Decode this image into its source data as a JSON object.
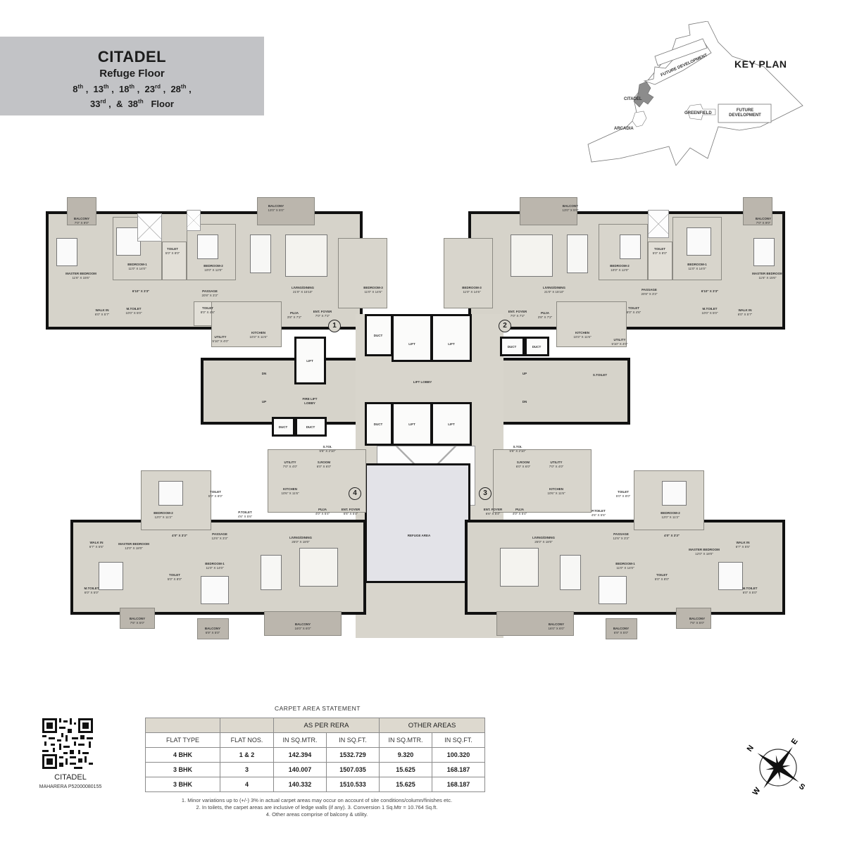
{
  "header": {
    "project": "CITADEL",
    "floor_type": "Refuge Floor",
    "floors_line1": [
      {
        "num": "8",
        "suf": "th"
      },
      {
        "num": "13",
        "suf": "th"
      },
      {
        "num": "18",
        "suf": "th"
      },
      {
        "num": "23",
        "suf": "rd"
      },
      {
        "num": "28",
        "suf": "th"
      }
    ],
    "floors_line2": [
      {
        "num": "33",
        "suf": "rd"
      },
      {
        "num": "38",
        "suf": "th"
      }
    ],
    "floors_tail": "Floor",
    "amp": "&"
  },
  "key_plan": {
    "title": "KEY PLAN",
    "labels": {
      "future_dev_1": "FUTURE DEVELOPMENT",
      "future_dev_2": "FUTURE DEVELOPMENT",
      "citadel": "CITADEL",
      "arcadia": "ARCADIA",
      "greenfield": "GREENFIELD"
    }
  },
  "plan": {
    "flat_numbers": [
      "1",
      "2",
      "3",
      "4"
    ],
    "core": {
      "lift": "LIFT",
      "duct": "DUCT",
      "lift_lobby": "LIFT LOBBY",
      "fire_lift_lobby": "FIRE LIFT LOBBY",
      "refuge_area": "REFUGE AREA",
      "up": "UP",
      "dn": "DN",
      "s_toilet": "S.TOILET"
    },
    "flat1": {
      "balcony_a": [
        "BALCONY",
        "7'0\" X 9'0\""
      ],
      "master_bedroom": [
        "MASTER BEDROOM",
        "11'6\" X 15'6\""
      ],
      "bedroom1": [
        "BEDROOM-1",
        "11'0\" X 14'0\""
      ],
      "toilet_a": [
        "TOILET",
        "5'0\" X 8'0\""
      ],
      "bedroom2": [
        "BEDROOM-2",
        "10'0\" X 12'0\""
      ],
      "balcony_b": [
        "BALCONY",
        "13'0\" X 5'0\""
      ],
      "living": [
        "LIVING/DINING",
        "21'0\" X 15'10\""
      ],
      "bedroom3": [
        "BEDROOM-3",
        "11'0\" X 14'6\""
      ],
      "passage": [
        "PASSAGE",
        "20'8\" X 3'3\""
      ],
      "lobby": [
        "6'10\" X 3'3\""
      ],
      "walkin": [
        "WALK IN",
        "6'0\" X 5'7\""
      ],
      "mtoilet": [
        "M.TOILET",
        "10'0\" X 5'0\""
      ],
      "toilet_b": [
        "TOILET",
        "8'0\" X 4'6\""
      ],
      "kitchen": [
        "KITCHEN",
        "10'3\" X 11'6\""
      ],
      "utility": [
        "UTILITY",
        "5'10\" X 4'0\""
      ],
      "puja": [
        "PUJA",
        "3'8\" X 7'2\""
      ],
      "foyer": [
        "ENT. FOYER",
        "7'0\" X 7'2\""
      ]
    },
    "flat3": {
      "balcony_a": [
        "BALCONY",
        "16'0\" X 6'0\""
      ],
      "balcony_b": [
        "BALCONY",
        "6'9\" X 5'0\""
      ],
      "balcony_c": [
        "BALCONY",
        "7'6\" X 5'0\""
      ],
      "living": [
        "LIVING/DINING",
        "25'0\" X 18'0\""
      ],
      "kitchen": [
        "KITCHEN",
        "10'6\" X 11'6\""
      ],
      "utility": [
        "UTILITY",
        "7'0\" X 4'0\""
      ],
      "sroom": [
        "S.ROOM",
        "6'0\" X 6'0\""
      ],
      "stoilet": [
        "S.TOI.",
        "5'6\" X 2'10\""
      ],
      "puja": [
        "PUJA",
        "4'0\" X 5'4\""
      ],
      "foyer": [
        "ENT. FOYER",
        "6'6\" X 5'4\""
      ],
      "ptoilet": [
        "P.TOILET",
        "4'6\" X 5'6\""
      ],
      "bedroom2": [
        "BEDROOM-2",
        "12'0\" X 11'2\""
      ],
      "toilet_a": [
        "TOILET",
        "5'0\" X 8'0\""
      ],
      "toilet_b": [
        "TOILET",
        "5'0\" X 8'0\""
      ],
      "passage": [
        "PASSAGE",
        "12'6\" X 3'3\""
      ],
      "lobby": [
        "4'0\" X 3'3\""
      ],
      "bedroom1": [
        "BEDROOM-1",
        "11'0\" X 14'0\""
      ],
      "master_bedroom": [
        "MASTER BEDROOM",
        "12'0\" X 18'0\""
      ],
      "walkin": [
        "WALK IN",
        "6'7\" X 5'5\""
      ],
      "mtoilet": [
        "M.TOILET",
        "6'0\" X 5'0\""
      ]
    }
  },
  "carpet_area": {
    "title": "CARPET AREA STATEMENT",
    "group_headers": [
      "",
      "",
      "AS PER RERA",
      "OTHER AREAS"
    ],
    "columns": [
      "FLAT TYPE",
      "FLAT NOS.",
      "IN SQ.MTR.",
      "IN SQ.FT.",
      "IN SQ.MTR.",
      "IN SQ.FT."
    ],
    "rows": [
      [
        "4 BHK",
        "1 & 2",
        "142.394",
        "1532.729",
        "9.320",
        "100.320"
      ],
      [
        "3 BHK",
        "3",
        "140.007",
        "1507.035",
        "15.625",
        "168.187"
      ],
      [
        "3 BHK",
        "4",
        "140.332",
        "1510.533",
        "15.625",
        "168.187"
      ]
    ],
    "notes": [
      "1. Minor variations up to (+/-) 3% in actual carpet areas may occur on account of site conditions/column/finishes etc.",
      "2. In toilets, the carpet areas are inclusive of ledge walls (if any). 3. Conversion 1 Sq.Mtr = 10.764 Sq.ft.",
      "4. Other areas comprise of balcony & utility."
    ]
  },
  "qr": {
    "label": "CITADEL",
    "rera": "MAHARERA P52000080155"
  },
  "compass": {
    "n": "N",
    "e": "E",
    "s": "S",
    "w": "W"
  },
  "colors": {
    "title_box": "#c2c3c6",
    "floor_fill": "#d8d5cc",
    "balcony_fill": "#bbb6ad",
    "refuge_fill": "#e3e3e8",
    "table_header": "#ddd9cf",
    "wall": "#111111"
  }
}
